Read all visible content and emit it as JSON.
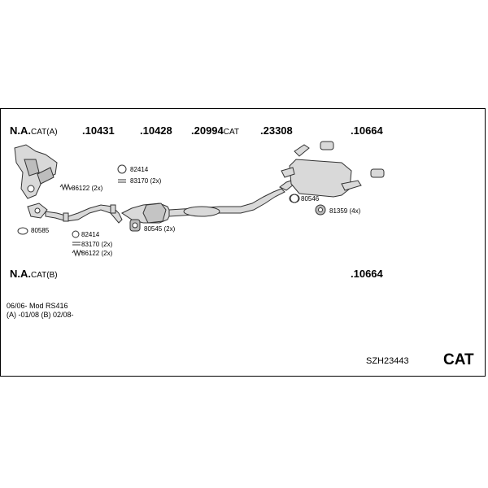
{
  "header": {
    "group_a_prefix": "N.A.",
    "group_a_suffix": "CAT(A)",
    "part_10431": ".10431",
    "part_10428": ".10428",
    "part_20994": ".20994",
    "part_20994_suffix": "CAT",
    "part_23308": ".23308",
    "part_10664": ".10664"
  },
  "group_b": {
    "prefix": "N.A.",
    "suffix": "CAT(B)",
    "part": ".10664"
  },
  "labels": {
    "l_86122_top": "86122 (2x)",
    "l_82414_top": "82414",
    "l_83170_top": "83170 (2x)",
    "l_80585": "80585",
    "l_82414_bot": "82414",
    "l_83170_bot": "83170 (2x)",
    "l_86122_bot": "86122 (2x)",
    "l_80545": "80545 (2x)",
    "l_80546": "80546",
    "l_81359": "81359 (4x)"
  },
  "notes": {
    "line1": "06/06-   Mod RS416",
    "line2": "(A) -01/08 (B) 02/08-"
  },
  "footer": {
    "code": "SZH23443",
    "type": "CAT"
  }
}
